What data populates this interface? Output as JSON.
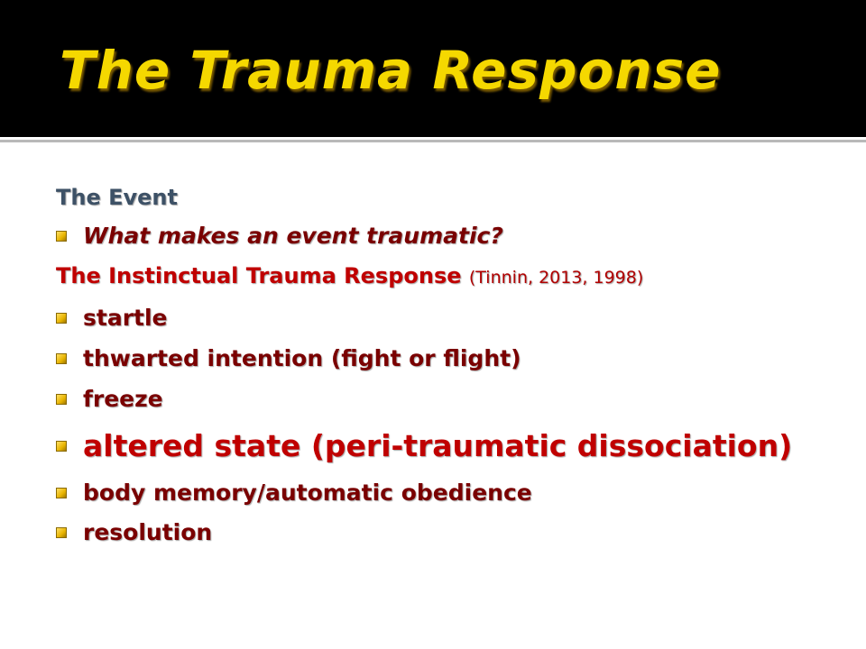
{
  "slide": {
    "title": "The Trauma Response",
    "sections": [
      {
        "heading": "The Event",
        "bullets": [
          "What makes an event traumatic?"
        ]
      },
      {
        "heading": "The Instinctual Trauma Response",
        "citation": "(Tinnin, 2013, 1998)",
        "bullets": [
          "startle",
          "thwarted intention (fight or flight)",
          "freeze",
          "altered state (peri-traumatic dissociation)",
          "body memory/automatic obedience",
          "resolution"
        ]
      }
    ]
  },
  "colors": {
    "title_bar": "#000000",
    "title_text": "#f5d800",
    "heading_event": "#3d5166",
    "heading_itr": "#c00000",
    "bullet_text": "#7a0000",
    "emphasis_bullet": "#c00000",
    "bullet_marker": "#e8b400"
  },
  "icons": {
    "bullet_marker": "gold-square-bullet-icon"
  }
}
